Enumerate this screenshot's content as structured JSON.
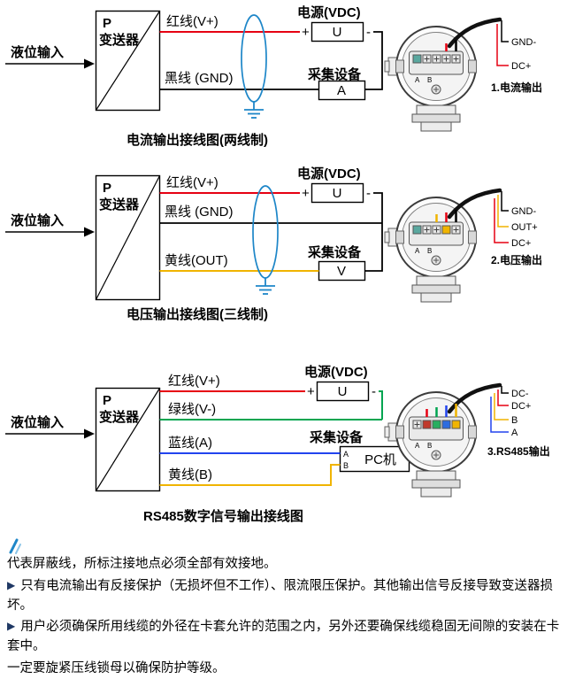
{
  "colors": {
    "wire_red": "#e60012",
    "wire_black": "#000000",
    "wire_yellow": "#f0b400",
    "wire_green": "#00a550",
    "wire_blue": "#2244ee",
    "shield_blue": "#1d86c8",
    "bullet_blue": "#1f3864"
  },
  "s1": {
    "input": "液位输入",
    "p": "P",
    "transmitter": "变送器",
    "wire_red": "红线(V+)",
    "wire_black": "黑线 (GND)",
    "power_title": "电源(VDC)",
    "plus": "+",
    "minus": "-",
    "u": "U",
    "collector_title": "采集设备",
    "a": "A",
    "caption": "电流输出接线图(两线制)",
    "t1": "GND-",
    "t2": "DC+",
    "tcap": "1.电流输出",
    "ta": "A",
    "tb": "B"
  },
  "s2": {
    "input": "液位输入",
    "p": "P",
    "transmitter": "变送器",
    "wire_red": "红线(V+)",
    "wire_black": "黑线 (GND)",
    "wire_yellow": "黄线(OUT)",
    "power_title": "电源(VDC)",
    "plus": "+",
    "minus": "-",
    "u": "U",
    "collector_title": "采集设备",
    "v": "V",
    "caption": "电压输出接线图(三线制)",
    "t1": "GND-",
    "t2": "OUT+",
    "t3": "DC+",
    "tcap": "2.电压输出",
    "ta": "A",
    "tb": "B"
  },
  "s3": {
    "input": "液位输入",
    "p": "P",
    "transmitter": "变送器",
    "wire_red": "红线(V+)",
    "wire_green": "绿线(V-)",
    "wire_blue": "蓝线(A)",
    "wire_yellow": "黄线(B)",
    "power_title": "电源(VDC)",
    "plus": "+",
    "minus": "-",
    "u": "U",
    "collector_title": "采集设备",
    "pc": "PC机",
    "pa": "A",
    "pb": "B",
    "caption": "RS485数字信号输出接线图",
    "t1": "DC-",
    "t2": "DC+",
    "t3": "B",
    "t4": "A",
    "tcap": "3.RS485输出",
    "ta": "A",
    "tb": "B"
  },
  "notes": {
    "bullet": "▶",
    "n1": "代表屏蔽线，所标注接地点必须全部有效接地。",
    "n2": "只有电流输出有反接保护（无损坏但不工作）、限流限压保护。其他输出信号反接导致变送器损坏。",
    "n3": "用户必须确保所用线缆的外径在卡套允许的范围之内，另外还要确保线缆稳固无间隙的安装在卡套中。",
    "n4": "一定要旋紧压线锁母以确保防护等级。"
  }
}
